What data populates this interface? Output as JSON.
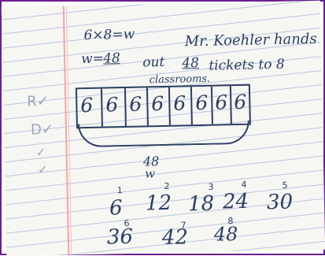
{
  "notes": {
    "equation": "6×8=w",
    "teacher": "Mr. Koehler hands",
    "w_label": "w=",
    "w_value": "48",
    "out_text": "out",
    "tickets_value": "48",
    "tickets_text": "tickets to 8",
    "classrooms": "classrooms."
  },
  "diagram": {
    "cells": [
      "6",
      "6",
      "6",
      "6",
      "6",
      "6",
      "6",
      "6"
    ],
    "total": "48",
    "unknown": "w"
  },
  "margin_checks": [
    "R✓",
    "D✓",
    "✓",
    "✓"
  ],
  "skip_counting": {
    "row1": [
      "6",
      "12",
      "18",
      "24",
      "30"
    ],
    "row1_marks": [
      "1",
      "2",
      "3",
      "4",
      "5"
    ],
    "row2": [
      "36",
      "42",
      "48"
    ],
    "row2_marks": [
      "6",
      "7",
      "8"
    ]
  },
  "colors": {
    "ink": "#2c3e63",
    "rule": "#b9c7df",
    "margin": "#f0a6a6",
    "frame": "#6a1f8f"
  }
}
